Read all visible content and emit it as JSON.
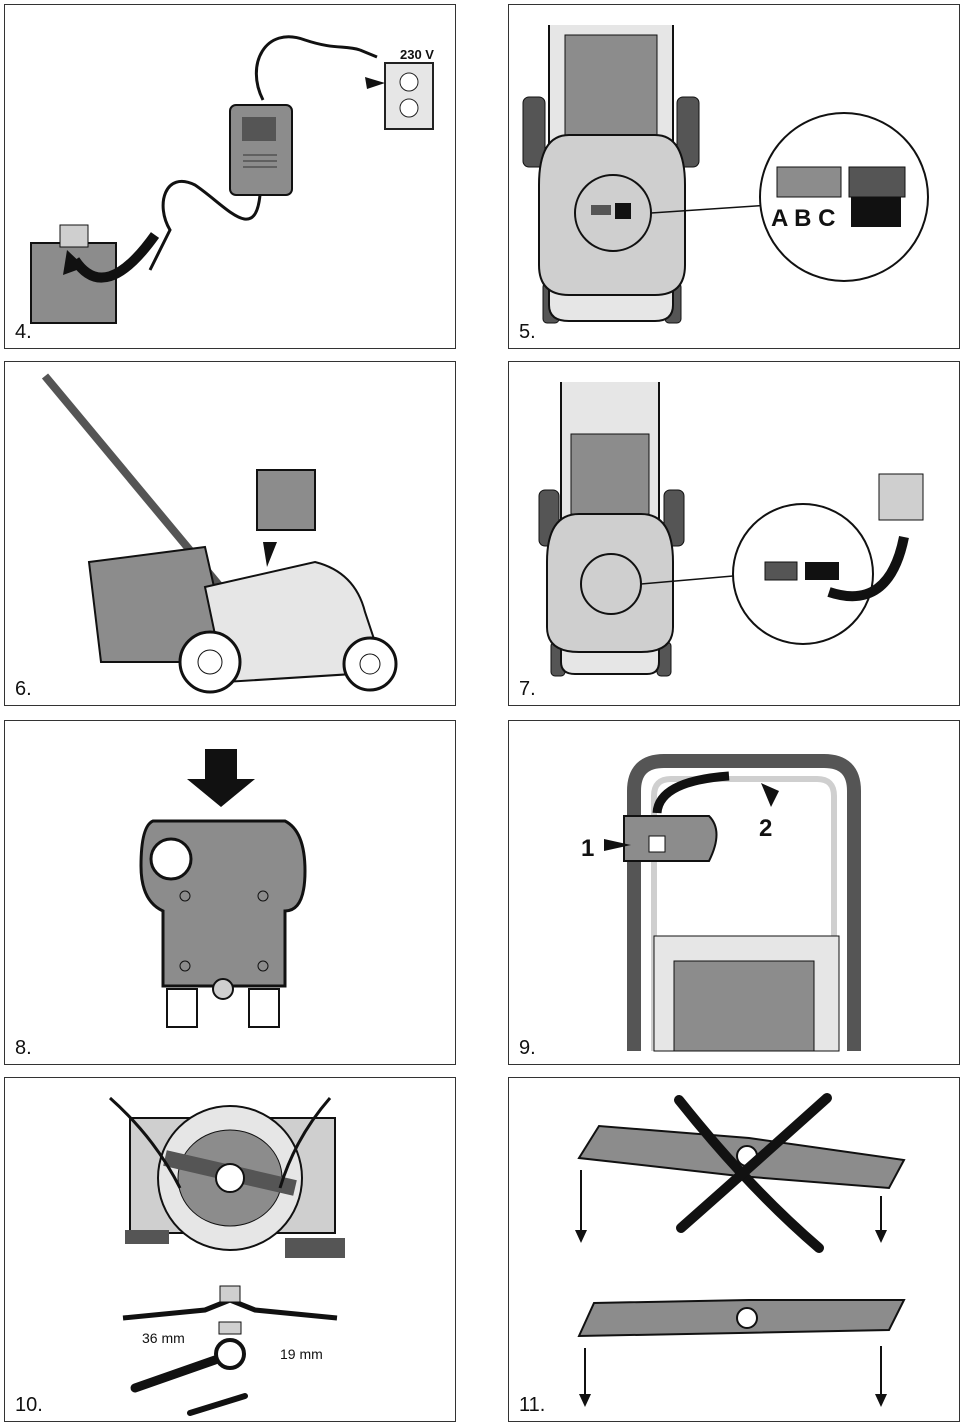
{
  "panels": [
    {
      "number": "4.",
      "label": "230 V"
    },
    {
      "number": "5.",
      "letters": "A B C"
    },
    {
      "number": "6."
    },
    {
      "number": "7."
    },
    {
      "number": "8."
    },
    {
      "number": "9.",
      "callout_1": "1",
      "callout_2": "2"
    },
    {
      "number": "10.",
      "size_a": "36 mm",
      "size_b": "19 mm"
    },
    {
      "number": "11."
    }
  ],
  "colors": {
    "line": "#1a1a1a",
    "dark": "#555555",
    "mid": "#8c8c8c",
    "light": "#cfcfcf",
    "lighter": "#e6e6e6"
  }
}
